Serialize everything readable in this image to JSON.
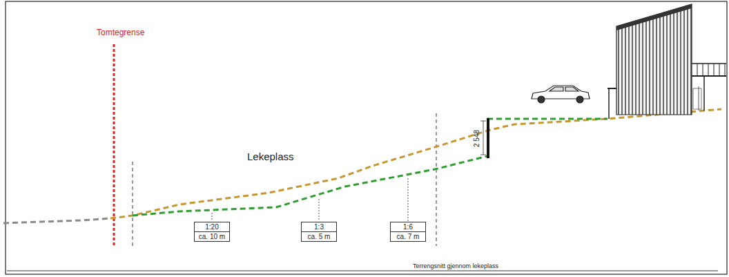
{
  "diagram": {
    "caption": "Terrengsnitt gjennom lekeplass",
    "nodes": [
      {
        "text": [
          "1:20",
          "ca. 10 m"
        ]
      },
      {
        "text": [
          "1:3",
          "ca. 5 m"
        ]
      },
      {
        "text": [
          "1:6",
          "ca. 7 m"
        ]
      }
    ],
    "labels": [
      "Tomtegrense",
      "Lekeplass",
      "2 548"
    ]
  }
}
